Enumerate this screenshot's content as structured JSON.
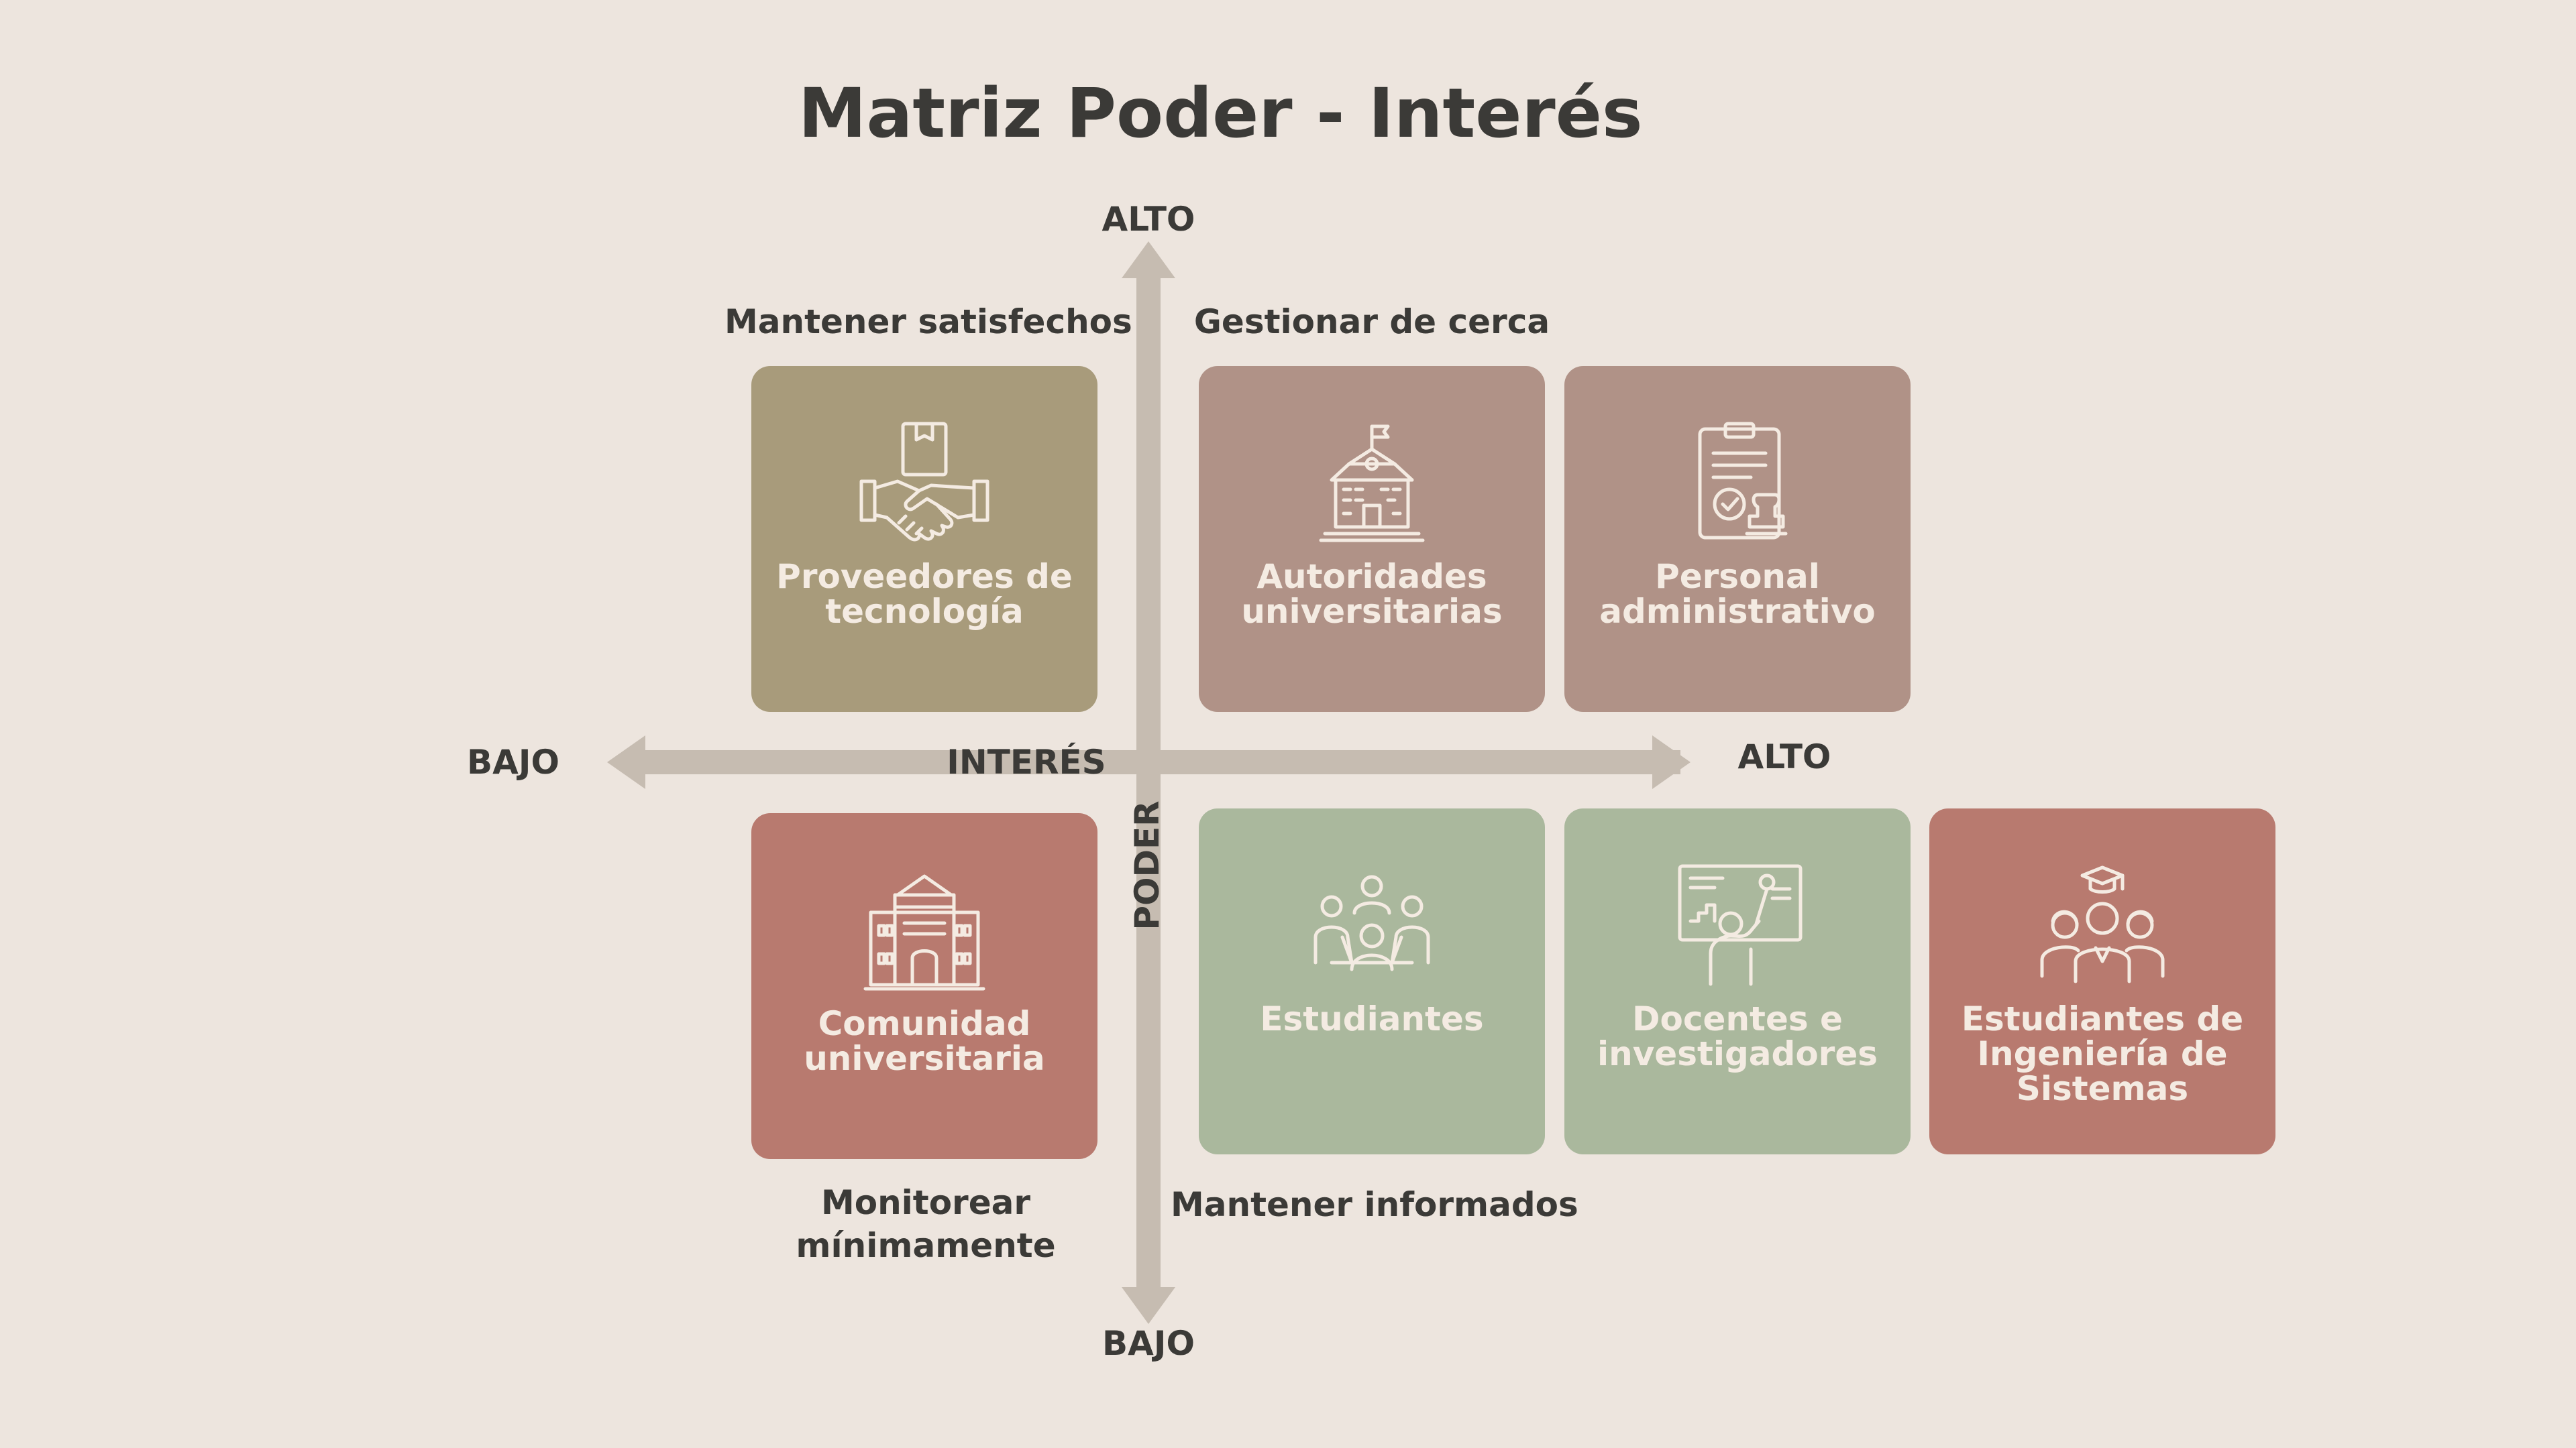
{
  "title": "Matriz Poder - Interés",
  "axes": {
    "vertical_top": "ALTO",
    "vertical_bottom": "BAJO",
    "vertical_name": "PODER",
    "horizontal_left": "BAJO",
    "horizontal_right": "ALTO",
    "horizontal_name": "INTERÉS"
  },
  "quadrants": {
    "top_left": "Mantener satisfechos",
    "top_right": "Gestionar de cerca",
    "bottom_left": "Monitorear mínimamente",
    "bottom_right": "Mantener informados"
  },
  "stakeholders": [
    {
      "label": "Proveedores de tecnología",
      "icon": "handshake-box-icon",
      "color": "#a89b7b"
    },
    {
      "label": "Autoridades universitarias",
      "icon": "school-building-icon",
      "color": "#b09287"
    },
    {
      "label": "Personal administrativo",
      "icon": "clipboard-stamp-icon",
      "color": "#b09287"
    },
    {
      "label": "Comunidad universitaria",
      "icon": "university-building-icon",
      "color": "#b87a6f"
    },
    {
      "label": "Estudiantes",
      "icon": "students-meeting-icon",
      "color": "#aab89d"
    },
    {
      "label": "Docentes e investigadores",
      "icon": "teacher-board-icon",
      "color": "#aab89d"
    },
    {
      "label": "Estudiantes de Ingeniería de Sistemas",
      "icon": "graduates-group-icon",
      "color": "#b87a6f"
    }
  ],
  "colors": {
    "background": "#ede5de",
    "axis": "#c6bcb1",
    "text": "#3b3a37"
  }
}
